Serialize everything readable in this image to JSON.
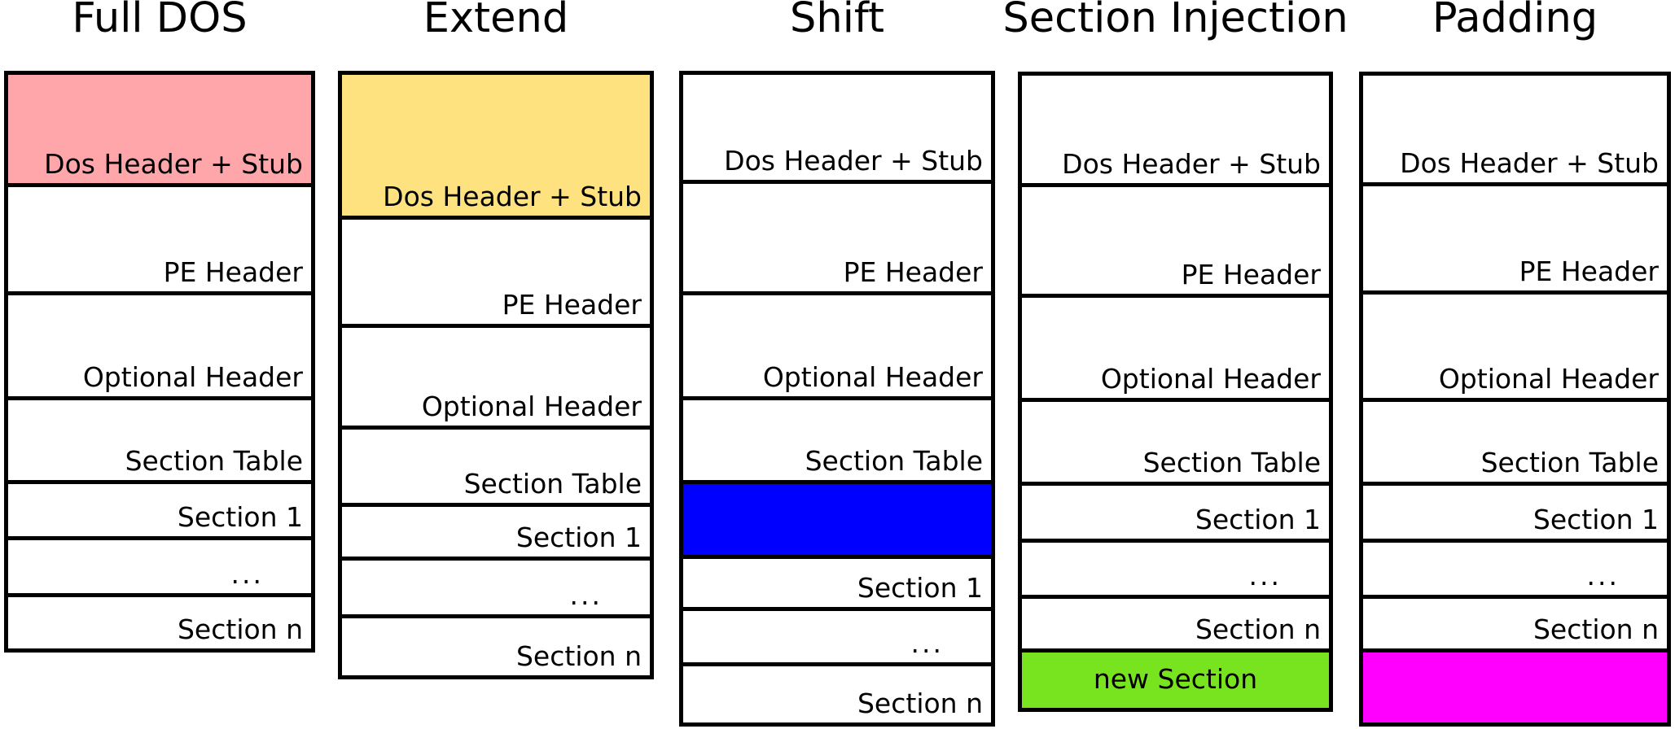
{
  "diagram": {
    "background": "#ffffff",
    "line_color": "#000000",
    "palette": {
      "full_dos_highlight": "#ffa6ab",
      "extend_highlight": "#fde27f",
      "shift_highlight": "#0000ff",
      "injection_highlight": "#77e41f",
      "padding_highlight": "#ff00ff"
    },
    "columns": [
      {
        "title": "Full DOS",
        "sections": [
          {
            "name": "dos-header-stub",
            "label": "Dos Header + Stub",
            "color": "#ffa6ab",
            "h": 138,
            "align": "right"
          },
          {
            "name": "pe-header",
            "label": "PE Header",
            "color": "#ffffff",
            "h": 133,
            "align": "right"
          },
          {
            "name": "optional-header",
            "label": "Optional Header",
            "color": "#ffffff",
            "h": 129,
            "align": "right"
          },
          {
            "name": "section-table",
            "label": "Section Table",
            "color": "#ffffff",
            "h": 103,
            "align": "right"
          },
          {
            "name": "section-1",
            "label": "Section 1",
            "color": "#ffffff",
            "h": 69,
            "align": "right"
          },
          {
            "name": "sections-ellipsis",
            "label": "...",
            "color": "#ffffff",
            "h": 70,
            "align": "ellipsis"
          },
          {
            "name": "section-n",
            "label": "Section n",
            "color": "#ffffff",
            "h": 63,
            "align": "right"
          }
        ]
      },
      {
        "title": "Extend",
        "sections": [
          {
            "name": "dos-header-stub",
            "label": "Dos Header + Stub",
            "color": "#fde27f",
            "h": 178,
            "align": "right"
          },
          {
            "name": "pe-header",
            "label": "PE Header",
            "color": "#ffffff",
            "h": 133,
            "align": "right"
          },
          {
            "name": "optional-header",
            "label": "Optional Header",
            "color": "#ffffff",
            "h": 125,
            "align": "right"
          },
          {
            "name": "section-table",
            "label": "Section Table",
            "color": "#ffffff",
            "h": 95,
            "align": "right"
          },
          {
            "name": "section-1",
            "label": "Section 1",
            "color": "#ffffff",
            "h": 66,
            "align": "right"
          },
          {
            "name": "sections-ellipsis",
            "label": "...",
            "color": "#ffffff",
            "h": 71,
            "align": "ellipsis"
          },
          {
            "name": "section-n",
            "label": "Section n",
            "color": "#ffffff",
            "h": 70,
            "align": "right"
          }
        ]
      },
      {
        "title": "Shift",
        "sections": [
          {
            "name": "dos-header-stub",
            "label": "Dos Header + Stub",
            "color": "#ffffff",
            "h": 134,
            "align": "right"
          },
          {
            "name": "pe-header",
            "label": "PE Header",
            "color": "#ffffff",
            "h": 137,
            "align": "right"
          },
          {
            "name": "optional-header",
            "label": "Optional Header",
            "color": "#ffffff",
            "h": 129,
            "align": "right"
          },
          {
            "name": "section-table",
            "label": "Section Table",
            "color": "#ffffff",
            "h": 103,
            "align": "right"
          },
          {
            "name": "shifted-space-block",
            "label": "",
            "color": "#0000ff",
            "h": 92,
            "align": "right"
          },
          {
            "name": "section-1",
            "label": "Section 1",
            "color": "#ffffff",
            "h": 64,
            "align": "right"
          },
          {
            "name": "sections-ellipsis",
            "label": "...",
            "color": "#ffffff",
            "h": 68,
            "align": "ellipsis"
          },
          {
            "name": "section-n",
            "label": "Section n",
            "color": "#ffffff",
            "h": 69,
            "align": "right"
          }
        ]
      },
      {
        "title": "Section Injection",
        "sections": [
          {
            "name": "dos-header-stub",
            "label": "Dos Header + Stub",
            "color": "#ffffff",
            "h": 137,
            "align": "right"
          },
          {
            "name": "pe-header",
            "label": "PE Header",
            "color": "#ffffff",
            "h": 136,
            "align": "right"
          },
          {
            "name": "optional-header",
            "label": "Optional Header",
            "color": "#ffffff",
            "h": 128,
            "align": "right"
          },
          {
            "name": "section-table",
            "label": "Section Table",
            "color": "#ffffff",
            "h": 103,
            "align": "right"
          },
          {
            "name": "section-1",
            "label": "Section 1",
            "color": "#ffffff",
            "h": 70,
            "align": "right"
          },
          {
            "name": "sections-ellipsis",
            "label": "...",
            "color": "#ffffff",
            "h": 69,
            "align": "ellipsis"
          },
          {
            "name": "section-n",
            "label": "Section n",
            "color": "#ffffff",
            "h": 66,
            "align": "right"
          },
          {
            "name": "new-section",
            "label": "new Section",
            "color": "#77e41f",
            "h": 68,
            "align": "center"
          }
        ]
      },
      {
        "title": "Padding",
        "sections": [
          {
            "name": "dos-header-stub",
            "label": "Dos Header + Stub",
            "color": "#ffffff",
            "h": 136,
            "align": "right"
          },
          {
            "name": "pe-header",
            "label": "PE Header",
            "color": "#ffffff",
            "h": 133,
            "align": "right"
          },
          {
            "name": "optional-header",
            "label": "Optional Header",
            "color": "#ffffff",
            "h": 132,
            "align": "right"
          },
          {
            "name": "section-table",
            "label": "Section Table",
            "color": "#ffffff",
            "h": 103,
            "align": "right"
          },
          {
            "name": "section-1",
            "label": "Section 1",
            "color": "#ffffff",
            "h": 70,
            "align": "right"
          },
          {
            "name": "sections-ellipsis",
            "label": "...",
            "color": "#ffffff",
            "h": 69,
            "align": "ellipsis"
          },
          {
            "name": "section-n",
            "label": "Section n",
            "color": "#ffffff",
            "h": 66,
            "align": "right"
          },
          {
            "name": "padding-block",
            "label": "",
            "color": "#ff00ff",
            "h": 86,
            "align": "right"
          }
        ]
      }
    ]
  }
}
